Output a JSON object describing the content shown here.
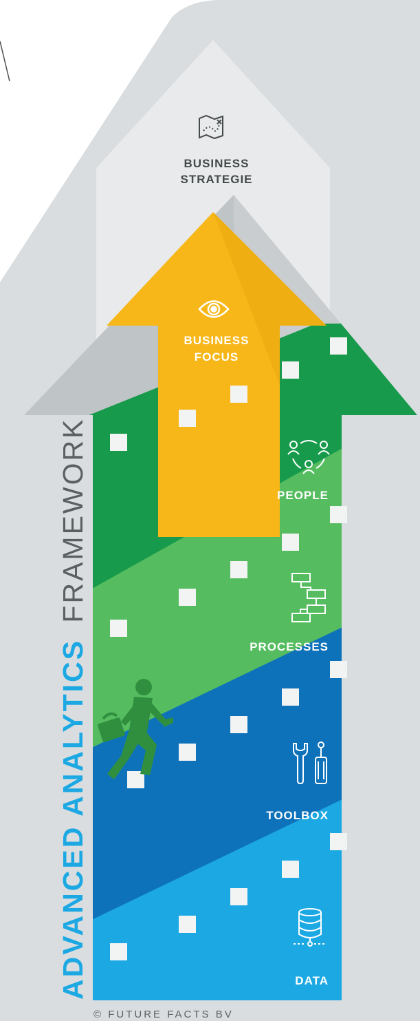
{
  "title": {
    "bold": "ADVANCED ANALYTICS",
    "light": "FRAMEWORK"
  },
  "levels": [
    {
      "id": "business-strategie",
      "line1": "BUSINESS",
      "line2": "STRATEGIE",
      "icon": "strategy-map-icon",
      "color": "#e8eaeb"
    },
    {
      "id": "business-focus",
      "line1": "BUSINESS",
      "line2": "FOCUS",
      "icon": "eye-icon",
      "color": "#f7b718"
    },
    {
      "id": "people",
      "line1": "PEOPLE",
      "icon": "people-network-icon",
      "color": "#179a4b"
    },
    {
      "id": "processes",
      "line1": "PROCESSES",
      "icon": "process-flow-icon",
      "color": "#55bd5f"
    },
    {
      "id": "toolbox",
      "line1": "TOOLBOX",
      "icon": "tools-icon",
      "color": "#0e72bb"
    },
    {
      "id": "data",
      "line1": "DATA",
      "icon": "database-icon",
      "color": "#1ca8e3"
    }
  ],
  "colors": {
    "background_panel": "#d9dddf",
    "title_blue": "#1ca8e3",
    "title_gray": "#5a6062"
  },
  "figure": "running-businessman-figure",
  "copyright": "© FUTURE FACTS BV"
}
